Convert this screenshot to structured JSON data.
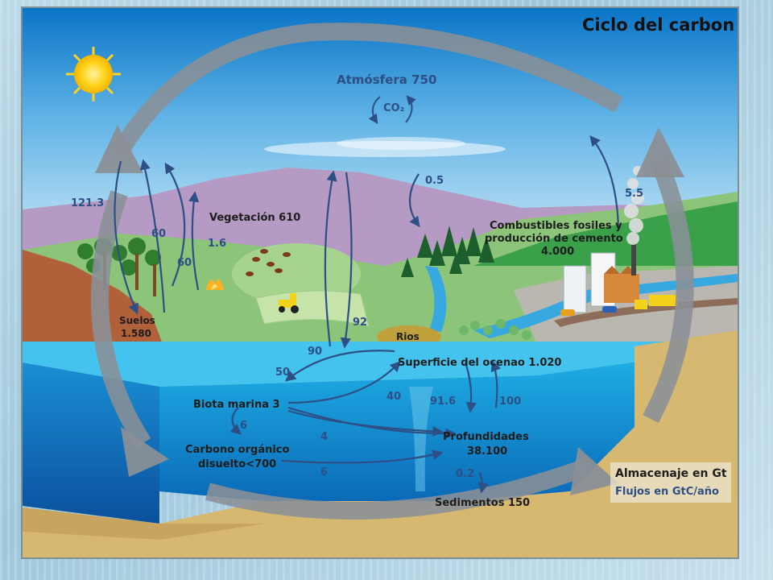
{
  "title": "Ciclo del carbon",
  "reservoirs": {
    "atmosphere": "Atmósfera 750",
    "co2": "CO₂",
    "vegetation": "Vegetación 610",
    "soils_line1": "Suelos",
    "soils_line2": "1.580",
    "fossil_line1": "Combustibles fosiles y",
    "fossil_line2": "producción de cemento",
    "fossil_line3": "4.000",
    "rivers": "Rios",
    "ocean_surface": "Superficie del ocenao 1.020",
    "marine_biota": "Biota marina 3",
    "doc_line1": "Carbono orgánico",
    "doc_line2": "disuelto<700",
    "deep_line1": "Profundidades",
    "deep_line2": "38.100",
    "sediments": "Sedimentos 150"
  },
  "fluxes": {
    "f121": "121.3",
    "f60a": "60",
    "f60b": "60",
    "f16": "1.6",
    "f05": "0.5",
    "f55": "5.5",
    "f90": "90",
    "f92": "92",
    "f50": "50",
    "f40": "40",
    "f916": "91.6",
    "f100": "100",
    "f6a": "6",
    "f4": "4",
    "f6b": "6",
    "f02": "0.2"
  },
  "legend": {
    "storage": "Almacenaje en Gt",
    "flows": "Flujos en GtC/año"
  },
  "colors": {
    "sky_top": "#0b78c8",
    "flux_blue": "#2d4f86",
    "cycle_arrow": "#8a8f96",
    "ocean": "#14a3e0"
  }
}
